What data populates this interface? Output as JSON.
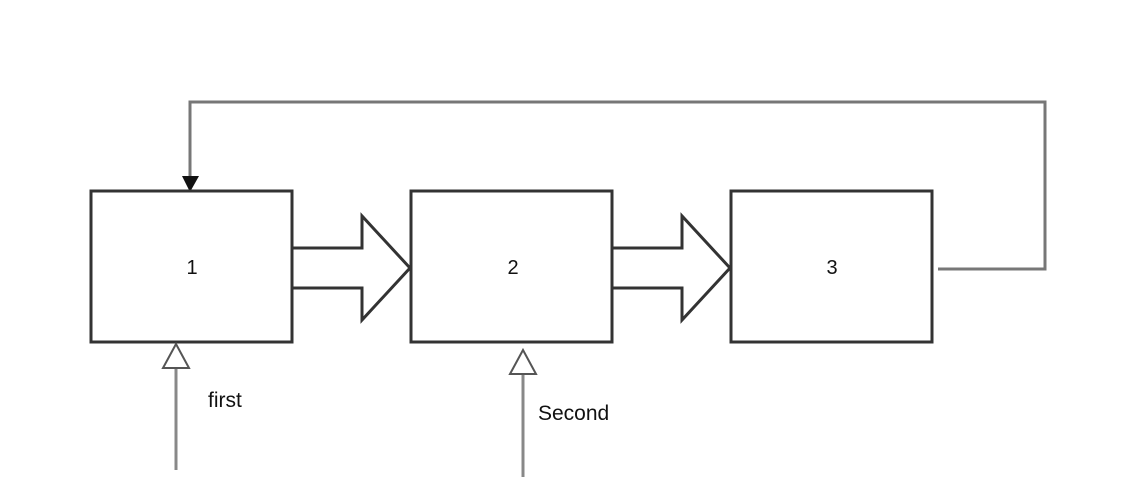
{
  "blocks": [
    {
      "label": "1"
    },
    {
      "label": "2"
    },
    {
      "label": "3"
    }
  ],
  "inputs": [
    {
      "label": "first"
    },
    {
      "label": "Second"
    }
  ]
}
